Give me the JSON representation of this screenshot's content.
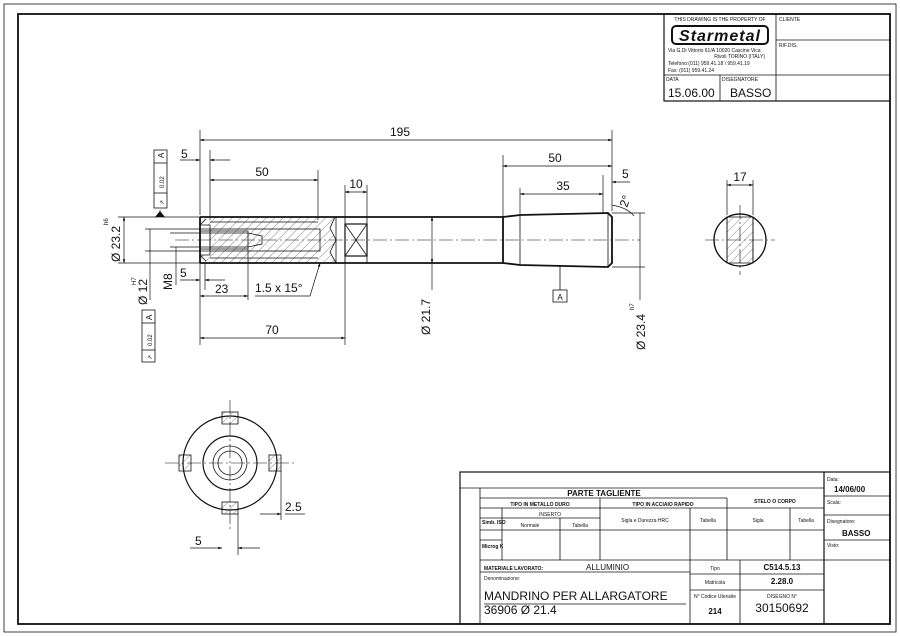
{
  "header_block": {
    "property_notice": "THIS DRAWING IS THE PROPERTY OF",
    "company_logo": "Starmetal",
    "address_line1": "Via G.Di Vittorio 61/A   10020 Cascine Vica",
    "address_line2": "Rivoli TORINO (ITALY)",
    "phone": "Telefono:(011) 959.41.18 \\ 959.41.19",
    "fax": "Fax: (011) 959.41.24",
    "cliente_label": "CLIENTE",
    "rif_label": "RIF.DIS.",
    "data_label": "DATA",
    "data_value": "15.06.00",
    "disegnatore_label": "DISEGNATORE",
    "disegnatore_value": "BASSO"
  },
  "dimensions": {
    "overall_length": "195",
    "left_offset": "5",
    "left_bore_length": "50",
    "flat_width": "10",
    "right_section": "50",
    "right_offset": "5",
    "taper_length": "35",
    "taper_angle": "2°",
    "diameter_h6": "Ø 23.2",
    "diameter_h6_tol": "h6",
    "diameter_h7": "Ø 12",
    "diameter_h7_tol": "H7",
    "thread": "M8",
    "thread_offset": "5",
    "bore_depth": "23",
    "chamfer": "1.5 x 15°",
    "length_70": "70",
    "body_diameter": "Ø 21.7",
    "shank_diameter": "Ø 23.4",
    "shank_diameter_tol": "h7",
    "section_width": "17",
    "slot_width": "2.5",
    "slot_offset": "5",
    "runout_value": "0.02",
    "datum_label": "A"
  },
  "title_block": {
    "parte_tagliente": "PARTE TAGLIENTE",
    "tipo_metallo_duro": "TIPO IN METALLO DURO",
    "tipo_acciaio_rapido": "TIPO IN ACCIAIO RAPIDO",
    "stelo_corpo": "STELO O CORPO",
    "simb_iso": "Simb. ISO",
    "inserto": "INSERTO",
    "normale": "Normale",
    "tabella": "Tabella",
    "sigla_durezza": "Sigla e Durezza HRC",
    "sigla": "Sigla",
    "microg": "Microg K",
    "materiale_label": "MATERIALE LAVORATO:",
    "materiale_value": "ALLUMINIO",
    "denominazione_label": "Denominazione:",
    "denominazione_line1": "MANDRINO PER ALLARGATORE",
    "denominazione_line2": "36906 Ø 21.4",
    "tipo_label": "Tipo",
    "tipo_value": "C514.5.13",
    "matricola_label": "Matricola",
    "matricola_value": "2.28.0",
    "codice_label": "N° Codice Utensile",
    "codice_value": "214",
    "disegno_label": "DISEGNO N°",
    "disegno_value": "30150692",
    "data_label": "Data:",
    "data_value": "14/06/00",
    "scala_label": "Scala:",
    "disegnatore_label": "Disegnatore:",
    "disegnatore_value": "BASSO",
    "visto_label": "Visto:"
  }
}
